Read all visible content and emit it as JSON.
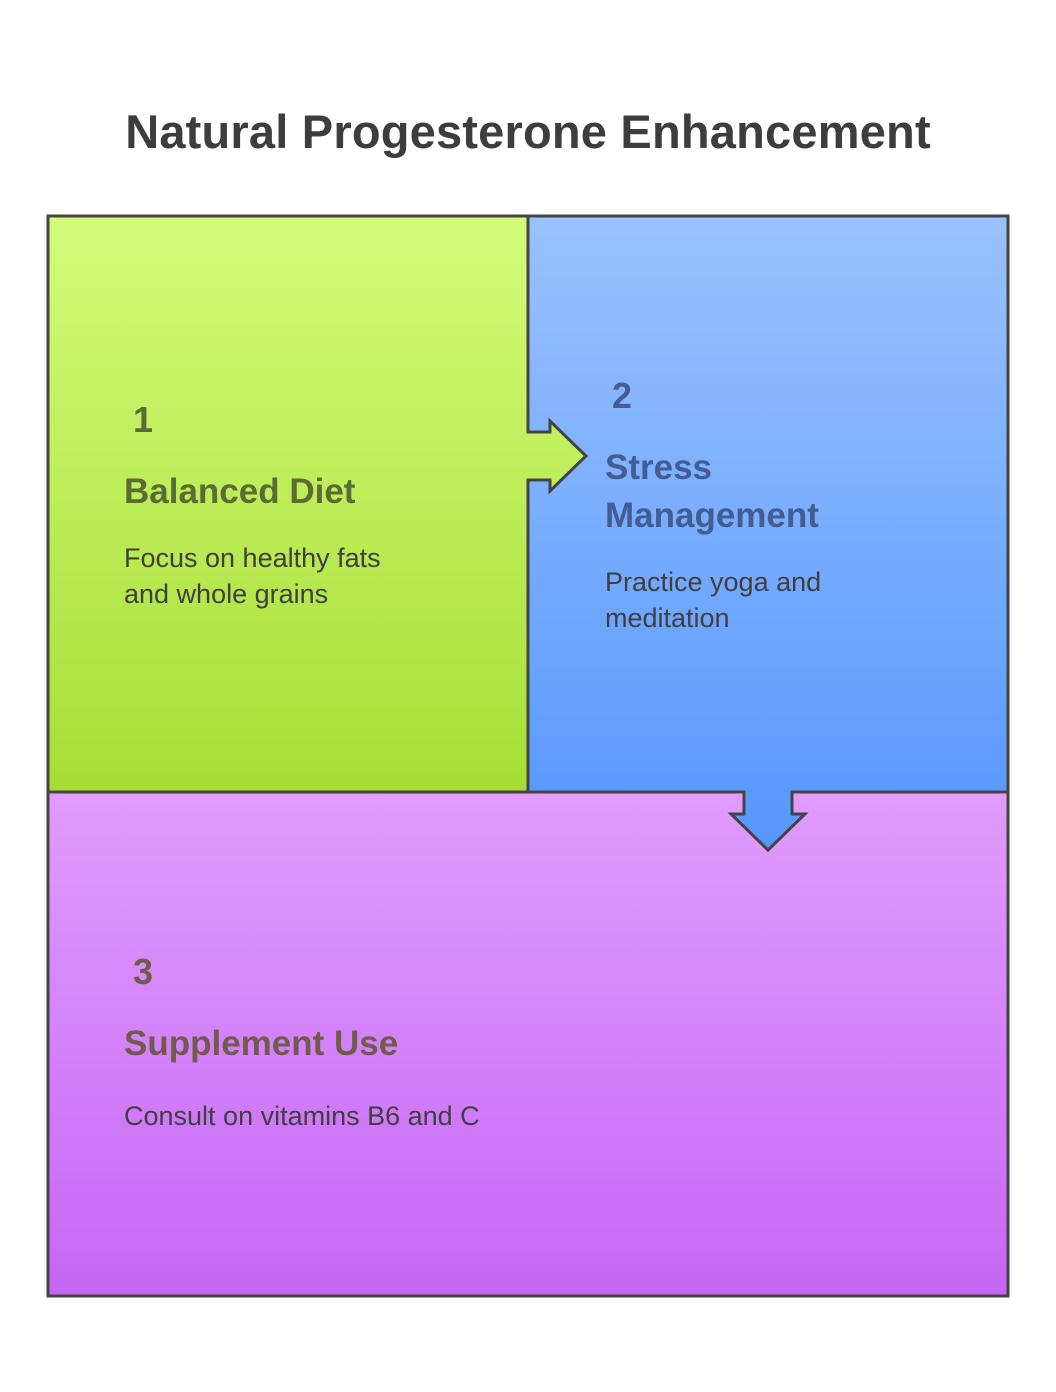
{
  "title": "Natural Progesterone Enhancement",
  "colors": {
    "green_top": "#d3fb7a",
    "green_bottom": "#a6de35",
    "blue_top": "#9ac2fe",
    "blue_bottom": "#5597fe",
    "purple_top": "#e4a3ff",
    "purple_bottom": "#c666f5",
    "outline": "#444444"
  },
  "steps": [
    {
      "number": "1",
      "title": "Balanced Diet",
      "description_lines": [
        "Focus on healthy fats",
        "and whole grains"
      ]
    },
    {
      "number": "2",
      "title_lines": [
        "Stress",
        "Management"
      ],
      "description_lines": [
        "Practice yoga and",
        "meditation"
      ]
    },
    {
      "number": "3",
      "title": "Supplement Use",
      "description_lines": [
        "Consult on vitamins B6 and C"
      ]
    }
  ]
}
